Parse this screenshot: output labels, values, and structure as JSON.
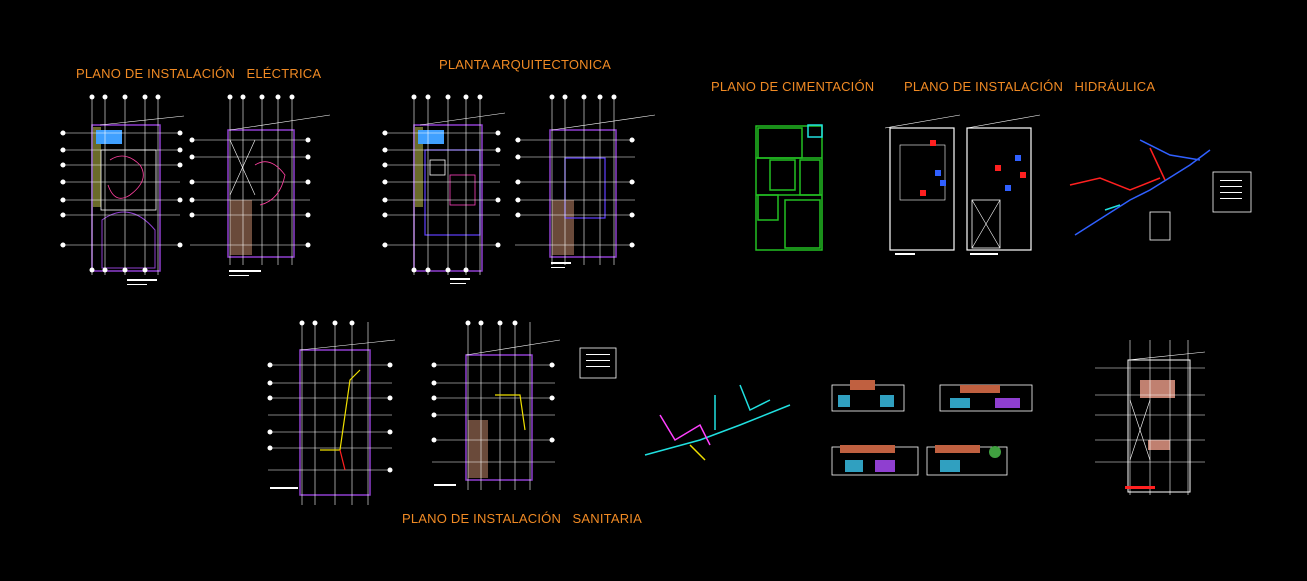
{
  "titles": {
    "electrica": "PLANO DE INSTALACIÓN   ELÉCTRICA",
    "arquitectonica": "PLANTA ARQUITECTONICA",
    "cimentacion": "PLANO DE CIMENTACIÓN",
    "hidraulica": "PLANO DE INSTALACIÓN   HIDRÁULICA",
    "sanitaria": "PLANO DE INSTALACIÓN   SANITARIA"
  },
  "colors": {
    "background": "#000000",
    "title": "#f08a24",
    "grid": "#ffffff",
    "wall": "#8f3fd0",
    "wall2": "#b040c0",
    "foundation": "#22c022",
    "hydraulic_blue": "#3060ff",
    "hydraulic_red": "#ff2020",
    "sanitary_cyan": "#20e0e0",
    "sanitary_yellow": "#f0e000",
    "garden": "#6a6a2a",
    "pool": "#40a0ff"
  }
}
